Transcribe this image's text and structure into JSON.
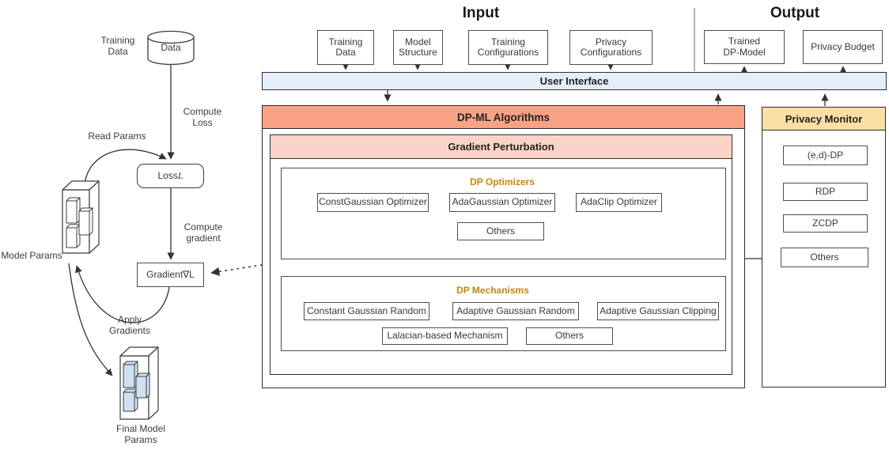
{
  "left_flow": {
    "training_data_label": "Training\nData",
    "data_store_label": "Data",
    "compute_loss_label": "Compute\nLoss",
    "read_params_label": "Read Params",
    "loss_prefix": "Loss ",
    "loss_var": "L",
    "compute_gradient_label": "Compute\ngradient",
    "gradient_prefix": "Gradient ",
    "gradient_var": "∇L",
    "model_params_label": "Model Params",
    "apply_gradients_label": "Apply\nGradients",
    "final_model_params_label": "Final Model\nParams"
  },
  "io": {
    "input_title": "Input",
    "output_title": "Output",
    "input_boxes": [
      "Training\nData",
      "Model\nStructure",
      "Training\nConfigurations",
      "Privacy\nConfigurations"
    ],
    "output_boxes": [
      "Trained\nDP-Model",
      "Privacy Budget"
    ]
  },
  "ui_bar": {
    "label": "User Interface"
  },
  "dpml": {
    "title": "DP-ML Algorithms",
    "gradient_perturbation_title": "Gradient Perturbation",
    "dp_optimizers": {
      "title": "DP Optimizers",
      "items": [
        "ConstGaussian Optimizer",
        "AdaGaussian Optimizer",
        "AdaClip Optimizer",
        "Others"
      ]
    },
    "dp_mechanisms": {
      "title": "DP Mechanisms",
      "items": [
        "Constant Gaussian Random",
        "Adaptive Gaussian Random",
        "Adaptive Gaussian Clipping",
        "Lalacian-based Mechanism",
        "Others"
      ]
    }
  },
  "privacy_monitor": {
    "title": "Privacy Monitor",
    "items": [
      "(e,d)-DP",
      "RDP",
      "ZCDP",
      "Others"
    ]
  },
  "colors": {
    "ui_bar_blue": "#e4eef9",
    "dpml_header_salmon": "#f9a286",
    "gradient_perturbation_pink": "#fbd3c6",
    "privacy_monitor_gold": "#fcdfa4",
    "gold_text": "#c2870e",
    "cube_fill_blue": "#cfe0f3",
    "line_dark": "#333333"
  }
}
